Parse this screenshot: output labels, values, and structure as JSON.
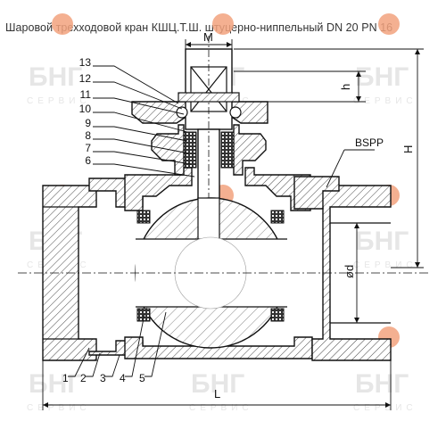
{
  "title": "Шаровой трехходовой кран КШЦ.Т.Ш. штуцерно-ниппельный DN 20 PN 16",
  "watermark": {
    "brand": "БНГ",
    "sub": "СЕРВИС",
    "dot_color": "#f2a27e",
    "text_color": "#e6e6e6"
  },
  "dimensions": {
    "top": "M",
    "height_small": "h",
    "height_total": "H",
    "length": "L",
    "diameter": "ød",
    "thread": "BSPP"
  },
  "part_numbers_left": [
    "13",
    "12",
    "11",
    "10",
    "9",
    "8",
    "7",
    "6"
  ],
  "part_numbers_bottom": [
    "1",
    "2",
    "3",
    "4",
    "5"
  ]
}
